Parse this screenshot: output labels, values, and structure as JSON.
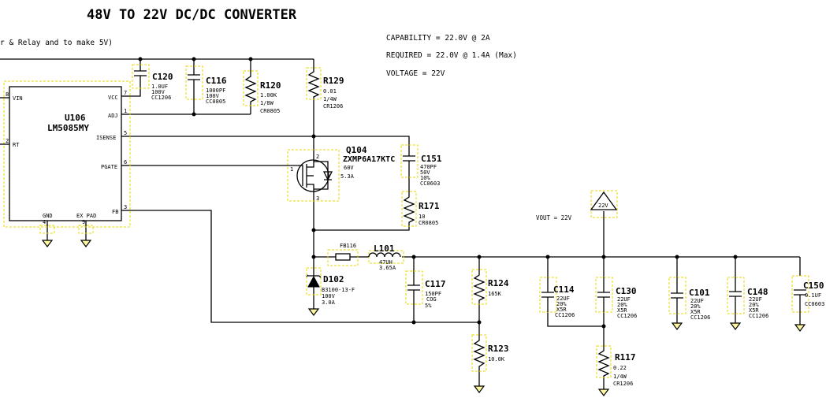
{
  "title": "48V TO 22V DC/DC CONVERTER",
  "notes": {
    "left_fragment": "r & Relay and to make 5V)",
    "capability": "CAPABILITY = 22.0V @ 2A",
    "required": "REQUIRED = 22.0V @ 1.4A (Max)",
    "voltage": "VOLTAGE = 22V",
    "vout": "VOUT = 22V"
  },
  "ic": {
    "ref": "U106",
    "part": "LM5085MY",
    "pins": {
      "vin": {
        "name": "VIN",
        "num": "8"
      },
      "rt": {
        "name": "RT",
        "num": "2"
      },
      "vcc": {
        "name": "VCC",
        "num": "7"
      },
      "adj": {
        "name": "ADJ",
        "num": "1"
      },
      "isense": {
        "name": "ISENSE",
        "num": "5"
      },
      "pgate": {
        "name": "PGATE",
        "num": "6"
      },
      "fb": {
        "name": "FB",
        "num": "3"
      },
      "gnd": {
        "name": "GND",
        "num": "4"
      },
      "expad": {
        "name": "EX PAD",
        "num": "9"
      }
    }
  },
  "mosfet": {
    "ref": "Q104",
    "part": "ZXMP6A17KTC",
    "v": "60V",
    "i": "5.3A",
    "pin1": "1",
    "pin2": "2",
    "pin3": "3"
  },
  "power_flag": "22V",
  "components": {
    "c120": {
      "ref": "C120",
      "l1": "1.0UF",
      "l2": "100V",
      "l3": "CC1206"
    },
    "c116": {
      "ref": "C116",
      "l1": "1000PF",
      "l2": "100V",
      "l3": "CC0805"
    },
    "r120": {
      "ref": "R120",
      "l1": "1.00K",
      "l2": "1/8W",
      "l3": "CR0805"
    },
    "r129": {
      "ref": "R129",
      "l1": "0.01",
      "l2": "1/4W",
      "l3": "CR1206"
    },
    "c151": {
      "ref": "C151",
      "l1": "470PF",
      "l2": "50V",
      "l3": "10%",
      "l4": "CC0603"
    },
    "r171": {
      "ref": "R171",
      "l1": "10",
      "l2": "CR0805"
    },
    "fb116": {
      "ref": "FB116"
    },
    "l101": {
      "ref": "L101",
      "l1": "47UH",
      "l2": "3.65A"
    },
    "d102": {
      "ref": "D102",
      "l1": "B3100-13-F",
      "l2": "100V",
      "l3": "3.0A"
    },
    "c117": {
      "ref": "C117",
      "l1": "150PF",
      "l2": "COG",
      "l3": "5%"
    },
    "r124": {
      "ref": "R124",
      "l1": "165K"
    },
    "r123": {
      "ref": "R123",
      "l1": "10.0K"
    },
    "c114": {
      "ref": "C114",
      "l1": "22UF",
      "l2": "20%",
      "l3": "X5R",
      "l4": "CC1206"
    },
    "c130": {
      "ref": "C130",
      "l1": "22UF",
      "l2": "20%",
      "l3": "X5R",
      "l4": "CC1206"
    },
    "r117": {
      "ref": "R117",
      "l1": "0.22",
      "l2": "1/4W",
      "l3": "CR1206"
    },
    "c101": {
      "ref": "C101",
      "l1": "22UF",
      "l2": "20%",
      "l3": "X5R",
      "l4": "CC1206"
    },
    "c148": {
      "ref": "C148",
      "l1": "22UF",
      "l2": "20%",
      "l3": "X5R",
      "l4": "CC1206"
    },
    "c150": {
      "ref": "C150",
      "l1": "0.1UF",
      "l2": "CC0603"
    }
  }
}
